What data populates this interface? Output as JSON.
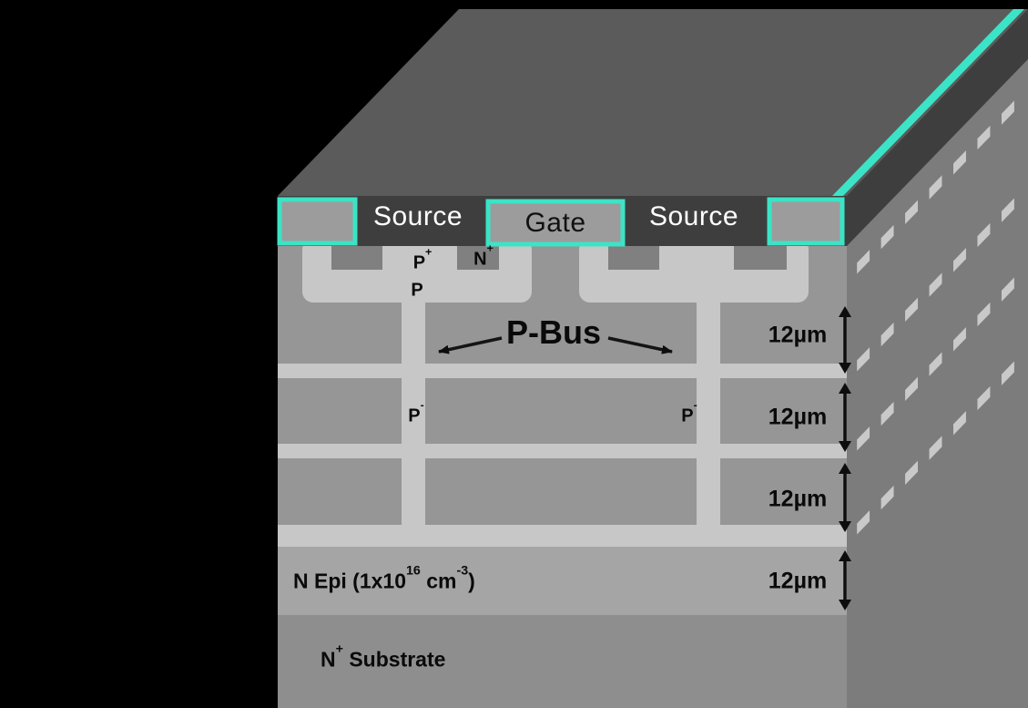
{
  "colors": {
    "teal": "#3BE4C6",
    "background": "#000000"
  },
  "top_metal": {
    "source_left": "Source",
    "gate": "Gate",
    "source_right": "Source"
  },
  "device": {
    "p_plus": {
      "base": "P",
      "sup": "+"
    },
    "n_plus": {
      "base": "N",
      "sup": "+"
    },
    "p_well": "P",
    "p_bus": "P-Bus",
    "p_minus_left": {
      "base": "P",
      "sup": "-"
    },
    "p_minus_right": {
      "base": "P",
      "sup": "-"
    }
  },
  "dimensions": {
    "layer_thicknesses": [
      "12µm",
      "12µm",
      "12µm",
      "12µm"
    ]
  },
  "layers": {
    "n_epi": {
      "p1": "N Epi (1x10",
      "sup1": "16",
      "p2": " cm",
      "sup2": "-3",
      "p3": ")"
    },
    "substrate": {
      "base": "N",
      "sup": "+",
      "rest": " Substrate"
    }
  }
}
